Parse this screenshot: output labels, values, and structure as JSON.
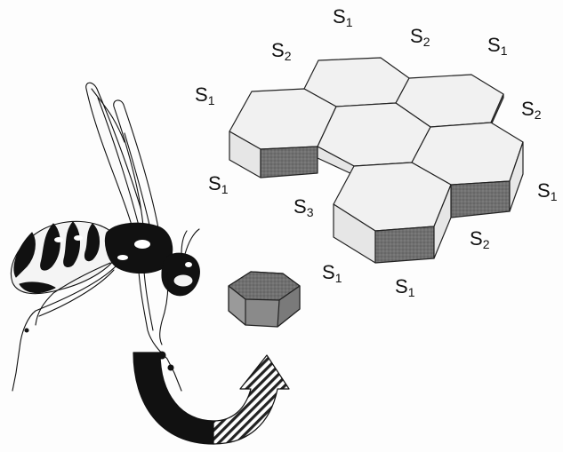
{
  "labels": [
    {
      "base": "S",
      "sub": "1"
    },
    {
      "base": "S",
      "sub": "2"
    },
    {
      "base": "S",
      "sub": "2"
    },
    {
      "base": "S",
      "sub": "1"
    },
    {
      "base": "S",
      "sub": "1"
    },
    {
      "base": "S",
      "sub": "2"
    },
    {
      "base": "S",
      "sub": "1"
    },
    {
      "base": "S",
      "sub": "1"
    },
    {
      "base": "S",
      "sub": "3"
    },
    {
      "base": "S",
      "sub": "2"
    },
    {
      "base": "S",
      "sub": "1"
    },
    {
      "base": "S",
      "sub": "1"
    }
  ],
  "colors": {
    "cell_top": "#f1f1f1",
    "cell_side_light": "#e2e2e2",
    "cell_side_dark": "#6f6f6f",
    "ink": "#111111",
    "arrow_hatch": "#222222"
  },
  "icons": [
    "wasp-illustration",
    "honeycomb-comb",
    "loose-hexagon-cell",
    "curved-return-arrow"
  ]
}
